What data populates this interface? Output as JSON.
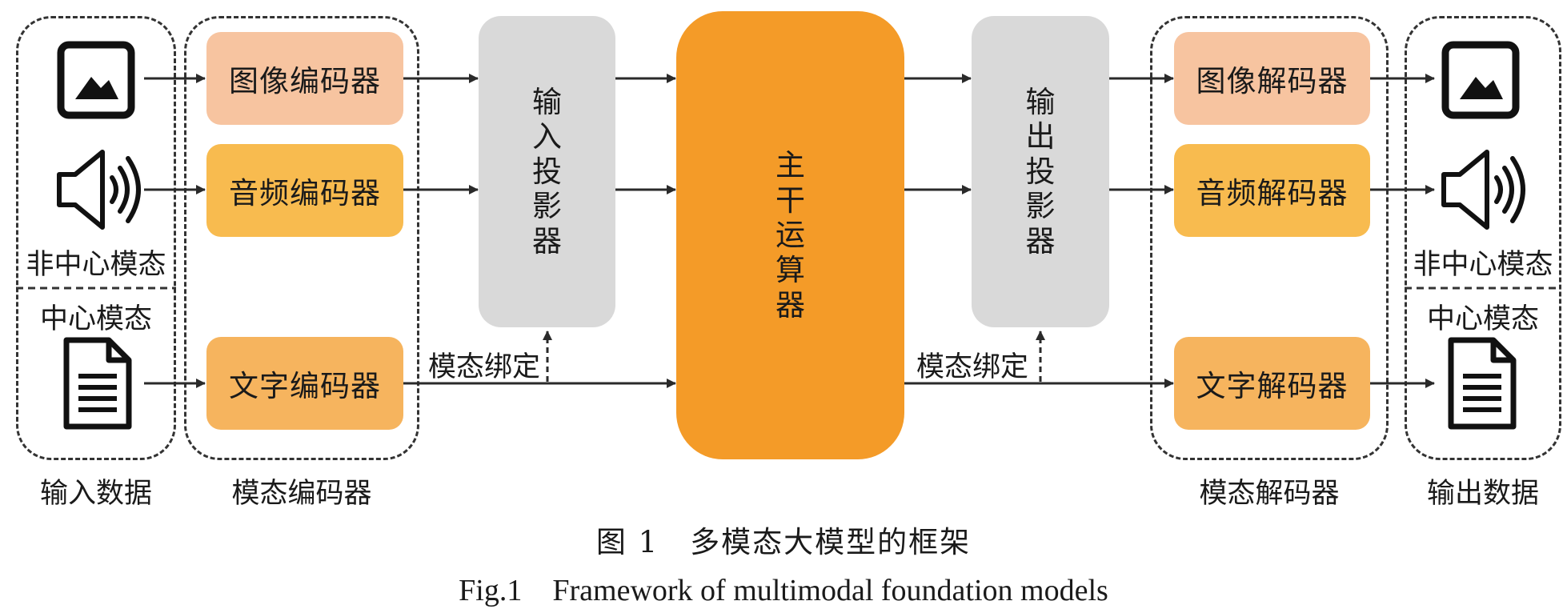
{
  "input_data": {
    "non_center_label": "非中心模态",
    "center_label": "中心模态",
    "group_label": "输入数据"
  },
  "encoders": {
    "group_label": "模态编码器",
    "image": "图像编码器",
    "audio": "音频编码器",
    "text": "文字编码器"
  },
  "input_projector": {
    "label": "输\n入\n投\n影\n器",
    "binding_label": "模态绑定"
  },
  "backbone": {
    "label": "主\n干\n运\n算\n器"
  },
  "output_projector": {
    "label": "输\n出\n投\n影\n器",
    "binding_label": "模态绑定"
  },
  "decoders": {
    "group_label": "模态解码器",
    "image": "图像解码器",
    "audio": "音频解码器",
    "text": "文字解码器"
  },
  "output_data": {
    "non_center_label": "非中心模态",
    "center_label": "中心模态",
    "group_label": "输出数据"
  },
  "caption": {
    "zh": "图 1　多模态大模型的框架",
    "en": "Fig.1　Framework of multimodal foundation models"
  },
  "icons": [
    "image-icon",
    "speaker-icon",
    "document-icon"
  ],
  "colors": {
    "image_coder": "#f7c4a0",
    "audio_coder": "#f8bb4f",
    "text_coder": "#f6b45e",
    "projector": "#d9d9d9",
    "backbone": "#f49b28"
  }
}
